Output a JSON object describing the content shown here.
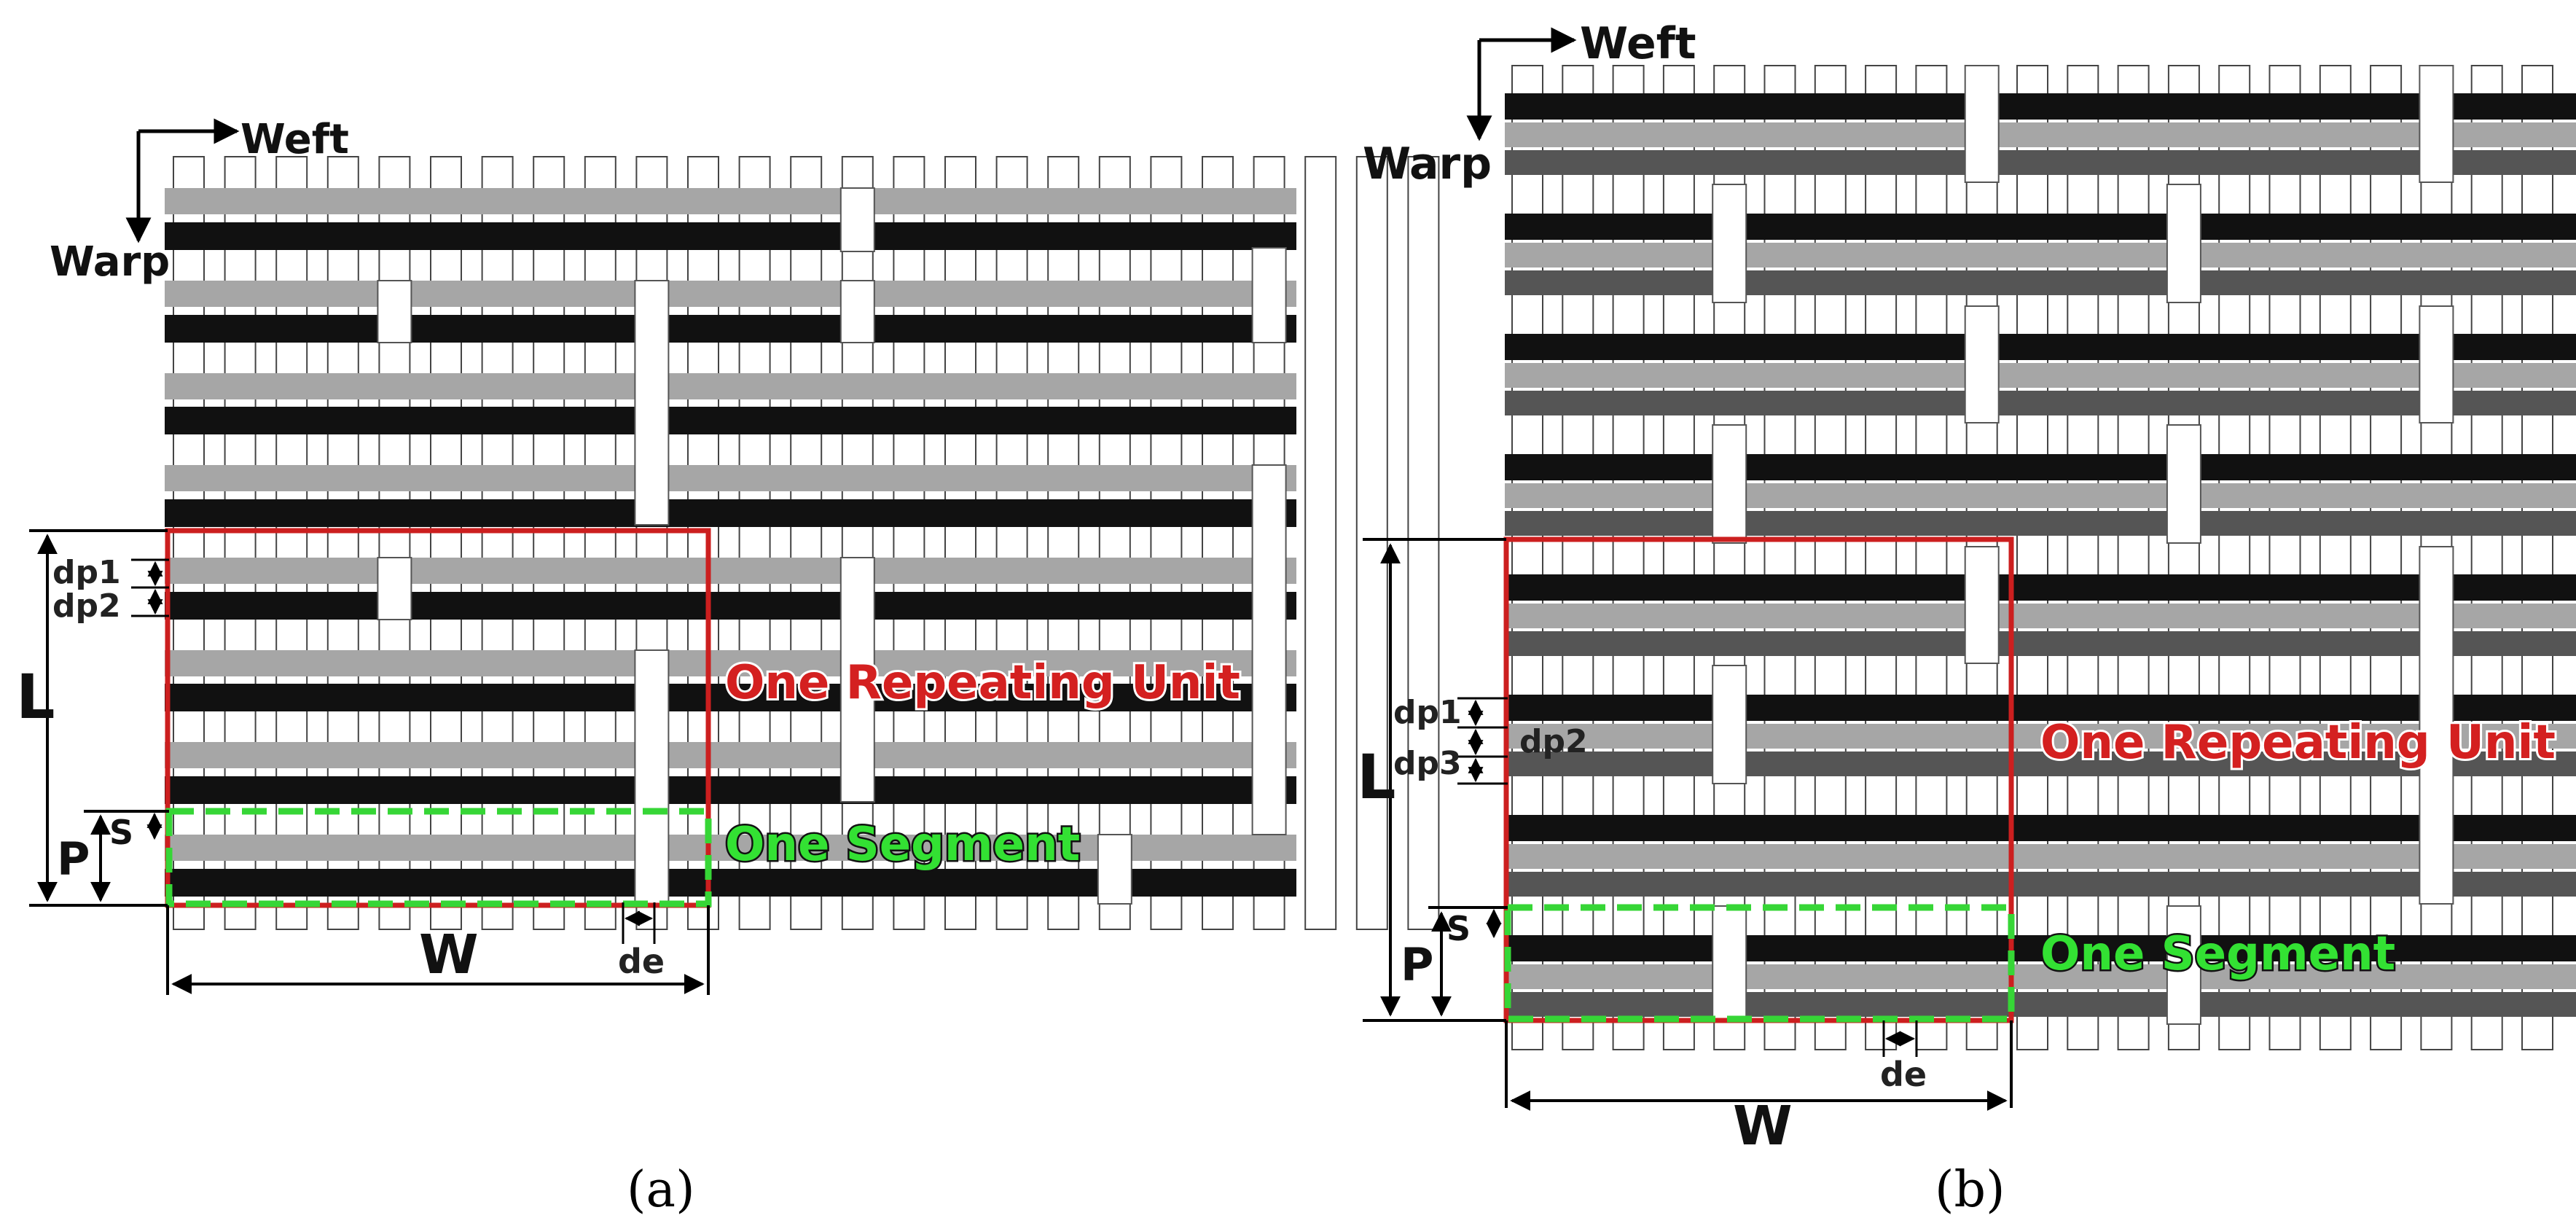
{
  "panels": [
    {
      "id": "a",
      "caption": "(a)",
      "weft_label": "Weft",
      "warp_label": "Warp",
      "repeat_label": "One Repeating Unit",
      "segment_label": "One Segment",
      "dp_labels": [
        "dp1",
        "dp2"
      ],
      "dim_labels": {
        "L": "L",
        "P": "P",
        "S": "S",
        "W": "W",
        "de": "de"
      }
    },
    {
      "id": "b",
      "caption": "(b)",
      "weft_label": "Weft",
      "warp_label": "Warp",
      "repeat_label": "One Repeating Unit",
      "segment_label": "One Segment",
      "dp_labels": [
        "dp1",
        "dp2",
        "dp3"
      ],
      "dim_labels": {
        "L": "L",
        "P": "P",
        "S": "S",
        "W": "W",
        "de": "de"
      }
    }
  ],
  "colors": {
    "light_yarn": "#a6a6a6",
    "dark_yarn": "#111111",
    "mid_yarn": "#555555",
    "repeating_unit_box": "#cc1f1f",
    "segment_box": "#36d636"
  }
}
